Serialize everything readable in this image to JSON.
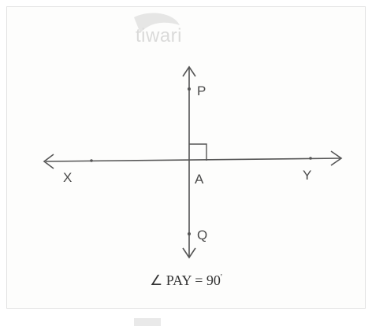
{
  "watermark": {
    "text": "tiwari"
  },
  "labels": {
    "P": "P",
    "Q": "Q",
    "X": "X",
    "Y": "Y",
    "A": "A"
  },
  "caption": {
    "angle_symbol": "∠",
    "text": " PAY = 90",
    "degree": "'"
  },
  "colors": {
    "line": "#555555",
    "text": "#333333"
  }
}
